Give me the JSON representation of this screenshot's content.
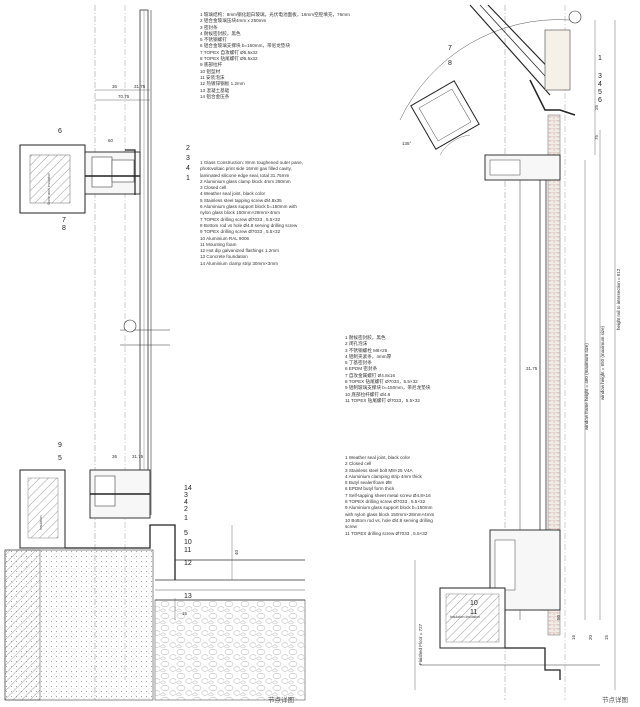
{
  "notes_left_cn": [
    "1 玻璃结构：8mm钢化超白玻璃，光伏电池面板，16mm空腔填充，76mm",
    "2 铝合金玻璃压块4mm x 250mm",
    "3 密封条",
    "4 耐候密封胶，黑色",
    "5 不锈钢螺钉",
    "6 铝合金玻璃支撑块 b=150mm，带尼龙垫块",
    "7 TOPEX 自攻螺钉 Ø5.5x32",
    "8 TOPEX 钻尾螺钉 Ø5.5x32",
    "9 底部拉杆",
    "10 铝型材",
    "11 安装泡沫",
    "12 热镀锌钢板 1.2mm",
    "13 混凝土基础",
    "14 铝合金压条"
  ],
  "notes_left_en": [
    "1 Glass Construction: 8mm toughened outer pane,",
    "photovoltaic print side 16mm gas filled cavity,",
    "laminated silicone edge seal, total 31.75mm",
    "2 Aluminium glass clamp block 4mm 250mm",
    "3 Closed cell",
    "4 Weather seal joint, black color",
    "5 Stainless steel tapping screw Ø4.8x35",
    "6 Aluminium glass support block b=150mm with",
    "nylon glass block 150mm×28mm×4mm",
    "7 TOPEX drilling screw Ø7033 , 5.5×32",
    "8 Bottom rod vs hole Ø4.8 serving drilling screw",
    "9 TOPEX drilling screw Ø7033 , 5.5×32",
    "10 Aluminium RAL 9006",
    "11 Mounting foam",
    "12 Hot dip galvanized flashings 1.2mm",
    "13 Concrete foundation",
    "14 Aluminium clamp strip 30mm×3mm"
  ],
  "notes_right_cn": [
    "1 耐候密封胶，黑色",
    "2 闭孔泡沫",
    "3 不锈钢螺栓 M8×25",
    "4 铝制夹紧条，4mm厚",
    "5 丁基密封条",
    "6 EPDM 密封条",
    "7 自攻金属螺钉 Ø4.8x16",
    "8 TOPEX 钻尾螺钉 Ø7033，5.5×32",
    "9 铝制玻璃支撑块 b=150mm，带尼龙垫块",
    "10 底部拉杆螺钉 Ø4.8",
    "11 TOPEX 钻尾螺钉 Ø7033，5.5×32"
  ],
  "notes_right_en": [
    "1 Weather seal joint, black color",
    "2 Closed cell",
    "3 Stainless steel bolt M8×25 V4A",
    "4 Aluminium clamping strip 4mm thick",
    "5 Butyl sealer/foam Ø8",
    "6 EPDM butyl form thick",
    "7 Self-tapping sheet metal screw Ø4.8×16",
    "8 TOPEX drilling screw Ø7033 , 5.5×32",
    "9 Aluminium glass support block b=150mm",
    "with nylon glass block 150mm×28mm×4mm",
    "10 Bottom rod vs. hole Ø4.8 serving drilling",
    "screw",
    "11 TOPEX drilling screw Ø7033 , 5.5×32"
  ],
  "captions": {
    "left": "节点详图",
    "right": "节点详图"
  },
  "callouts": {
    "left_top": [
      "6",
      "2",
      "3",
      "4",
      "1",
      "7",
      "8"
    ],
    "left_bottom": [
      "9",
      "5",
      "14",
      "3",
      "4",
      "2",
      "1",
      "5",
      "10",
      "11",
      "12",
      "13"
    ],
    "right_top": [
      "7",
      "8",
      "1",
      "3",
      "4",
      "5",
      "6"
    ],
    "right_bottom": [
      "10",
      "11"
    ]
  },
  "dimensions": {
    "left": [
      "36",
      "31.75",
      "70.75",
      "60",
      "AS",
      "36",
      "31.75",
      "40",
      "15"
    ],
    "right": [
      "AS",
      "135°",
      "75",
      "25",
      "31.75",
      "50",
      "Finished Floor = 727",
      "window frame height = 480 (maximum size)",
      "window height = 650 (maximum size)",
      "height rail to intersection = 612",
      "16",
      "20",
      "15"
    ]
  },
  "labels": {
    "insulation_top": "Stone wool insulation",
    "insulation_bottom": "Insulation",
    "insulation_right": "Insulation Insulation"
  }
}
